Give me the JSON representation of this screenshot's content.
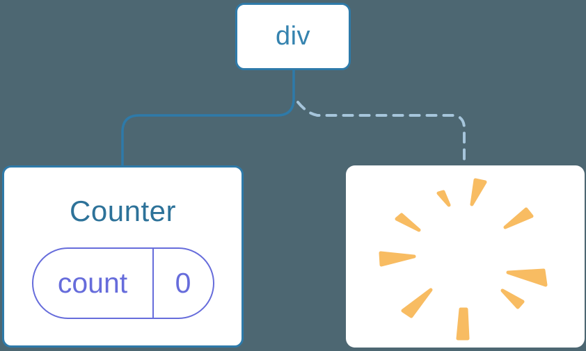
{
  "diagram": {
    "description": "component tree diagram",
    "root_node": {
      "label": "div"
    },
    "edges": {
      "solid_edge_meaning": "div to Counter (kept)",
      "dashed_edge_meaning": "div to removed child"
    },
    "counter_card": {
      "title": "Counter",
      "state_pill": {
        "key": "count",
        "value": "0"
      }
    },
    "removed_card": {
      "icon": "poof-starburst-icon"
    },
    "colors": {
      "background": "#4D6772",
      "node-blue": "#2E7AA9",
      "div-text": "#3583AF",
      "counter-text": "#2D7299",
      "dashed-line": "#A6C5DB",
      "pill-purple": "#666CDB",
      "burst-orange": "#F8BC62",
      "card-white": "#FFFFFF"
    }
  }
}
